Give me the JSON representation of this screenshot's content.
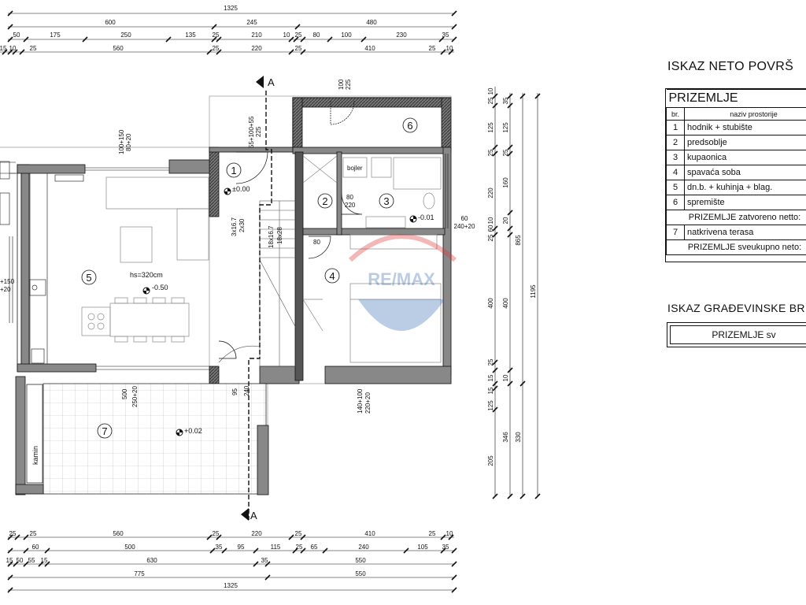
{
  "plan": {
    "top_dims": {
      "row1": [
        "1325"
      ],
      "row2": [
        "600",
        "245",
        "480"
      ],
      "row3": [
        "50",
        "175",
        "250",
        "135",
        "25",
        "210",
        "10",
        "25",
        "80",
        "100",
        "230",
        "35"
      ],
      "row4": [
        "15",
        "10",
        "25",
        "560",
        "25",
        "220",
        "25",
        "410",
        "25",
        "10"
      ]
    },
    "bottom_dims": {
      "row1": [
        "25",
        "25",
        "560",
        "25",
        "220",
        "25",
        "410",
        "25",
        "10"
      ],
      "row2": [
        "60",
        "500",
        "35",
        "95",
        "115",
        "25",
        "65",
        "240",
        "105",
        "35"
      ],
      "row3": [
        "15",
        "50",
        "55",
        "15",
        "630",
        "35",
        "550"
      ],
      "row4": [
        "775",
        "550"
      ],
      "row5": [
        "1325"
      ]
    },
    "right_dims": {
      "col1": [
        "10",
        "25",
        "125",
        "25",
        "220",
        "10",
        "60",
        "25",
        "400",
        "25",
        "15",
        "15",
        "125",
        "205"
      ],
      "col2": [
        "35",
        "125",
        "25",
        "160",
        "20",
        "400",
        "10",
        "346"
      ],
      "col3": [
        "865",
        "330"
      ],
      "col4": [
        "1195"
      ],
      "window_right": [
        "60",
        "240+20"
      ]
    },
    "section_label": "A",
    "rooms": [
      "1",
      "2",
      "3",
      "4",
      "5",
      "6",
      "7"
    ],
    "levels": [
      "±0.00",
      "-0.01",
      "-0.50",
      "+0.02"
    ],
    "annotations": {
      "hs": "hs=320cm",
      "bojler": "bojler",
      "kamin": "kamin",
      "stairs1": "3x16.7",
      "stairs2": "2x30",
      "stairs3": "18x16.7",
      "stairs4": "18x28",
      "door_80": "80",
      "door_220": "220",
      "door_80b": "80",
      "win_top": "100+150",
      "win_top2": "80+20",
      "win_top3": "55+100+55",
      "win_top4": "225",
      "win_6": "100",
      "win_6b": "225",
      "win_left": "+150",
      "win_left2": "+20",
      "door_terasa": "500",
      "door_terasa2": "250+20",
      "door_95": "95",
      "door_240": "240",
      "win_bottom": "140+100",
      "win_bottom2": "220+20"
    },
    "watermark": "RE/MAX"
  },
  "iskaz_neto": {
    "heading": "ISKAZ NETO POVRŠ",
    "table_title": "PRIZEMLJE",
    "col_br": "br.",
    "col_name": "naziv prostorije",
    "rows": [
      {
        "no": "1",
        "name": "hodnik + stubište"
      },
      {
        "no": "2",
        "name": "predsoblje"
      },
      {
        "no": "3",
        "name": "kupaonica"
      },
      {
        "no": "4",
        "name": "spavaća soba"
      },
      {
        "no": "5",
        "name": "dn.b. + kuhinja + blag."
      },
      {
        "no": "6",
        "name": "spremište"
      }
    ],
    "subtotal": "PRIZEMLJE zatvoreno netto:",
    "row7": {
      "no": "7",
      "name": "natkrivena terasa"
    },
    "total": "PRIZEMLJE sveukupno neto:"
  },
  "iskaz_grad": {
    "heading": "ISKAZ GRAĐEVINSKE BR",
    "inner": "PRIZEMLJE sv"
  }
}
